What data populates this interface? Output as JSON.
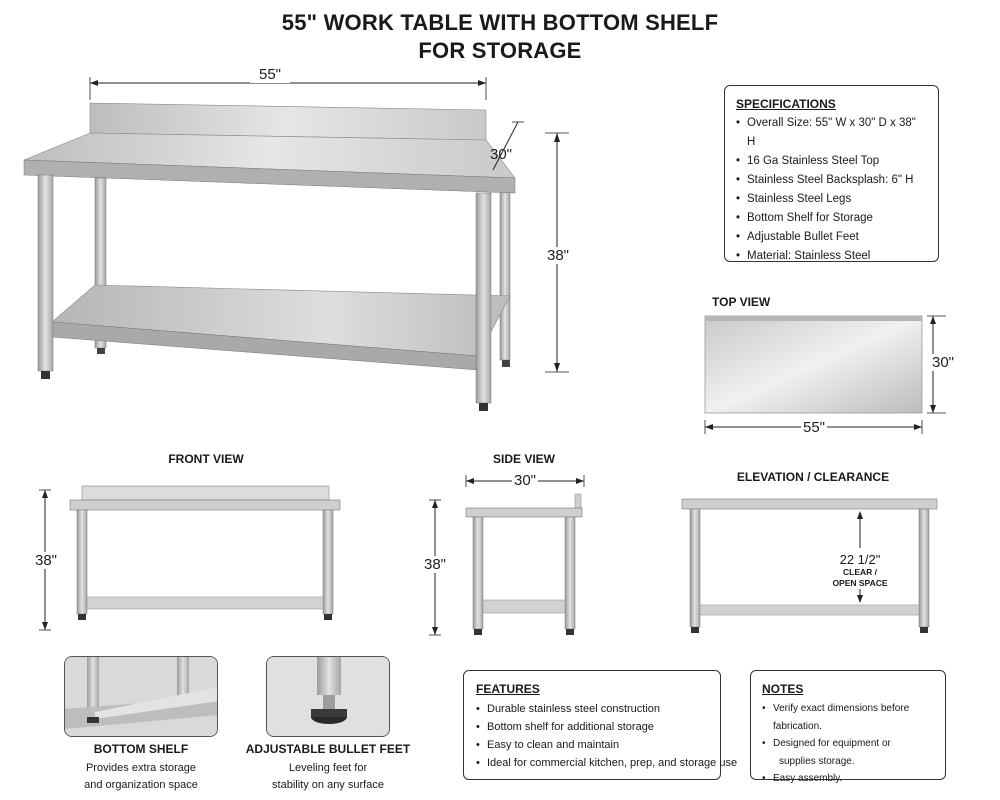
{
  "title": {
    "line1": "55\" WORK TABLE WITH BOTTOM SHELF",
    "line2": "FOR STORAGE"
  },
  "main_view": {
    "width_dim": "55\"",
    "depth_dim": "30\"",
    "height_dim": "38\""
  },
  "specifications": {
    "heading": "SPECIFICATIONS",
    "items": [
      "Overall Size: 55\" W x 30\" D x 38\" H",
      "16 Ga Stainless Steel Top",
      "Stainless Steel Backsplash: 6\" H",
      "Stainless Steel Legs",
      "Bottom Shelf for Storage",
      "Adjustable Bullet Feet",
      "Material: Stainless Steel"
    ]
  },
  "top_view": {
    "label": "TOP VIEW",
    "depth_dim": "30\"",
    "width_dim": "55\""
  },
  "front_view": {
    "label": "FRONT VIEW",
    "height_dim": "38\""
  },
  "side_view": {
    "label": "SIDE VIEW",
    "depth_dim": "30\"",
    "height_dim": "38\""
  },
  "elevation": {
    "label": "ELEVATION / CLEARANCE",
    "clearance_dim": "22 1/2\"",
    "clearance_line1": "CLEAR /",
    "clearance_line2": "OPEN SPACE"
  },
  "bottom_shelf": {
    "label": "BOTTOM SHELF",
    "caption_line1": "Provides extra storage",
    "caption_line2": "and organization space"
  },
  "bullet_feet": {
    "label": "ADJUSTABLE BULLET FEET",
    "caption_line1": "Leveling feet for",
    "caption_line2": "stability on any surface"
  },
  "features": {
    "heading": "FEATURES",
    "items": [
      "Durable stainless steel construction",
      "Bottom shelf for additional storage",
      "Easy to clean and maintain",
      "Ideal for commercial kitchen, prep, and storage use"
    ]
  },
  "notes": {
    "heading": "NOTES",
    "items": [
      "Verify exact dimensions before fabrication.",
      "Designed for equipment or",
      "supplies storage.",
      "Easy assembly."
    ]
  },
  "colors": {
    "steel_light": "#e9e9e9",
    "steel_mid": "#c4c4c4",
    "steel_dark": "#8f8f8f",
    "line": "#222222"
  }
}
